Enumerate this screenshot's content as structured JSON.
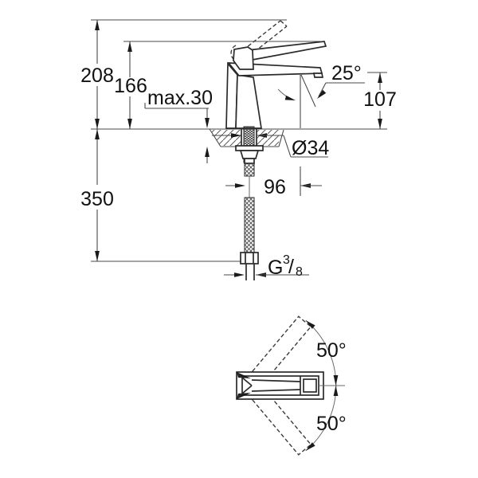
{
  "colors": {
    "background": "#ffffff",
    "line": "#4a4a4a",
    "outline": "#2b2b2b",
    "text": "#111111"
  },
  "side_view": {
    "overall_height": "208",
    "handle_top_height": "166",
    "max_deck_thickness": "max.30",
    "spray_angle": "25°",
    "spout_outlet_height": "107",
    "shank_diameter": "Ø34",
    "hose_length": "350",
    "spout_reach": "96",
    "thread": {
      "prefix": "G",
      "numerator": "3",
      "slash": "/",
      "denominator": "8"
    }
  },
  "top_view": {
    "swing_angle_up": "50°",
    "swing_angle_down": "50°"
  }
}
